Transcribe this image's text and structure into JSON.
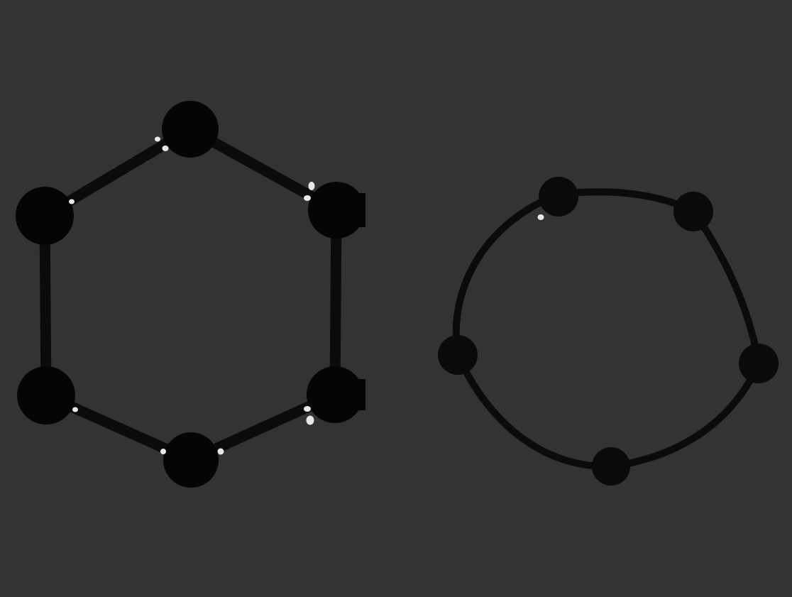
{
  "game": {
    "background_color": "#333333",
    "node_color": "#050505",
    "edge_color": "#0b0b0b",
    "spark_color": "#e8e8e8",
    "puzzles": [
      {
        "name": "hexagon-graph",
        "node_count": 6,
        "edge_count": 6,
        "shape": "regular hexagon"
      },
      {
        "name": "ring-graph",
        "node_count": 5,
        "edge_count": 5,
        "shape": "closed loop"
      }
    ]
  }
}
